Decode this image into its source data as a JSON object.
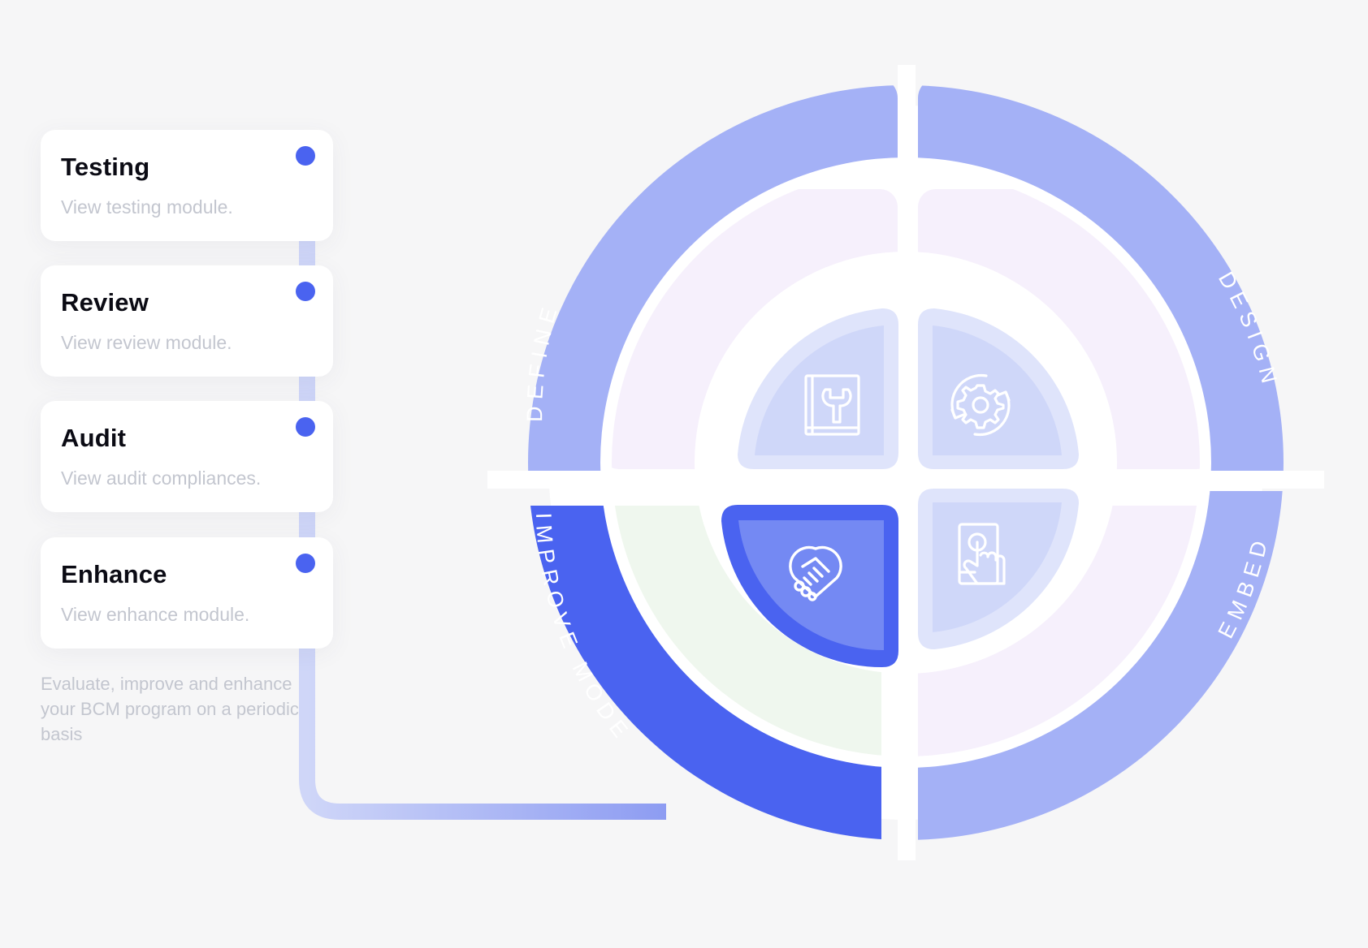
{
  "cards": [
    {
      "title": "Testing",
      "description": "View testing module."
    },
    {
      "title": "Review",
      "description": "View review module."
    },
    {
      "title": "Audit",
      "description": "View audit compliances."
    },
    {
      "title": "Enhance",
      "description": "View enhance module."
    }
  ],
  "caption": "Evaluate, improve and enhance your BCM program on a periodic basis",
  "segments": {
    "define": "DEFINE",
    "design": "DESIGN",
    "embed": "EMBED",
    "improve": "IMPROVE MODE"
  },
  "icons": {
    "define": "manual-wrench-icon",
    "design": "gear-refresh-icon",
    "improve": "heart-handshake-icon",
    "embed": "touch-tablet-icon"
  },
  "colors": {
    "accent": "#4a63f0",
    "ring_light": "#a4b1f6",
    "inner_light": "#d4dbfa",
    "lavender": "#f6f0fc",
    "mint": "#eff7ee",
    "dot": "#4a63f0"
  },
  "active_segment": "improve"
}
